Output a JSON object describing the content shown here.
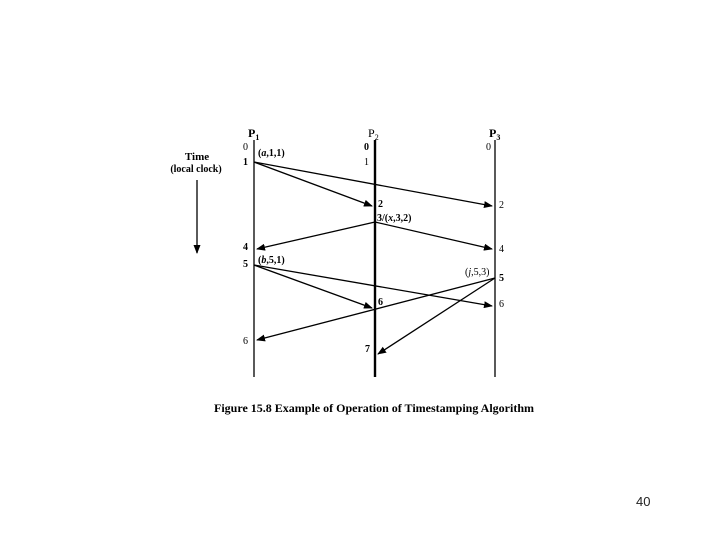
{
  "processes": [
    {
      "name": "P",
      "sub": "1"
    },
    {
      "name": "P",
      "sub": "2"
    },
    {
      "name": "P",
      "sub": "3"
    }
  ],
  "time_label": "Time",
  "time_sublabel": "(local clock)",
  "clock_ticks": {
    "p1": [
      "0",
      "1",
      "4",
      "5",
      "6"
    ],
    "p2": [
      "0",
      "1",
      "2",
      "3",
      "6",
      "7"
    ],
    "p3": [
      "0",
      "2",
      "4",
      "5",
      "6"
    ]
  },
  "messages": [
    {
      "name": "a",
      "rest": ",1,1)"
    },
    {
      "name": "x",
      "rest": ",3,2)"
    },
    {
      "name": "b",
      "rest": ",5,1)"
    },
    {
      "name": "j",
      "rest": ",5,3)"
    }
  ],
  "caption": "Figure 15.8  Example of Operation of Timestamping Algorithm",
  "slide_number": "40"
}
